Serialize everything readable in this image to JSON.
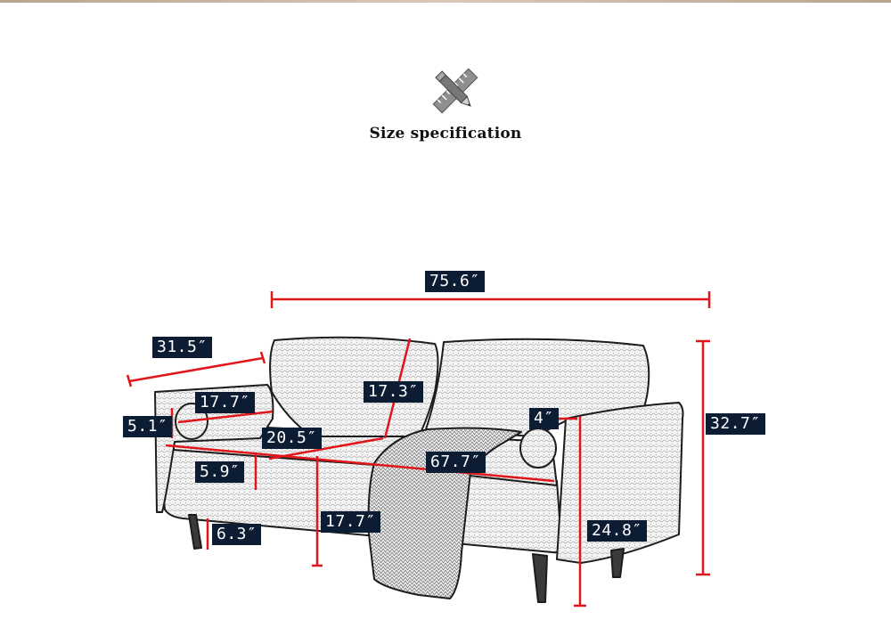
{
  "header": {
    "title": "Size specification",
    "icon": "pencil-ruler-icon"
  },
  "colors": {
    "dimension_line": "#e0161b",
    "label_background": "#0c1c33",
    "label_text": "#ffffff",
    "sofa_outline": "#1c1c1c"
  },
  "dimensions": {
    "overall_width": "75.6″",
    "overall_depth": "31.5″",
    "overall_height": "32.7″",
    "arm_width": "17.7″",
    "arm_height_offset": "5.1″",
    "back_cushion_height": "17.3″",
    "seat_depth": "20.5″",
    "seat_width": "67.7″",
    "arm_top_width": "4″",
    "cushion_thickness": "5.9″",
    "seat_height": "17.7″",
    "leg_height": "6.3″",
    "arm_height": "24.8″"
  }
}
